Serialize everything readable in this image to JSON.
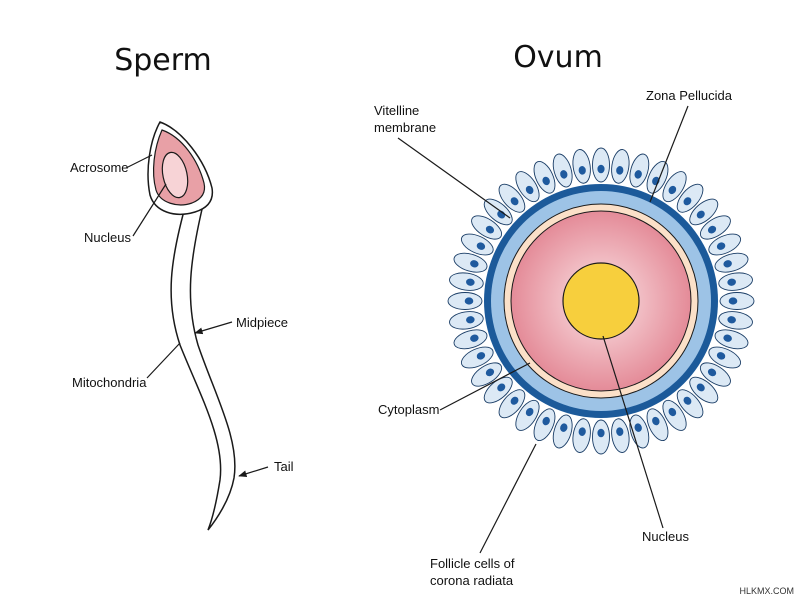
{
  "sperm": {
    "title": "Sperm",
    "labels": {
      "acrosome": "Acrosome",
      "nucleus": "Nucleus",
      "midpiece": "Midpiece",
      "mitochondria": "Mitochondria",
      "tail": "Tail"
    }
  },
  "ovum": {
    "title": "Ovum",
    "labels": {
      "vitelline_line1": "Vitelline",
      "vitelline_line2": "membrane",
      "zona_pellucida": "Zona Pellucida",
      "cytoplasm": "Cytoplasm",
      "nucleus": "Nucleus",
      "follicle_line1": "Follicle cells of",
      "follicle_line2": "corona radiata"
    }
  },
  "watermark": "HLKMX.COM",
  "colors": {
    "acrosome": "#e8a0a6",
    "sperm_nucleus": "#f7d3d6",
    "follicle_cell": "#dce9f5",
    "follicle_nucleus": "#1f5a9e",
    "corona_ring": "#1c5a9a",
    "zona_ring": "#9dc3e6",
    "vitelline_ring": "#fbe0c8",
    "cytoplasm": "#e48b98",
    "ovum_nucleus": "#f7cf3d"
  }
}
